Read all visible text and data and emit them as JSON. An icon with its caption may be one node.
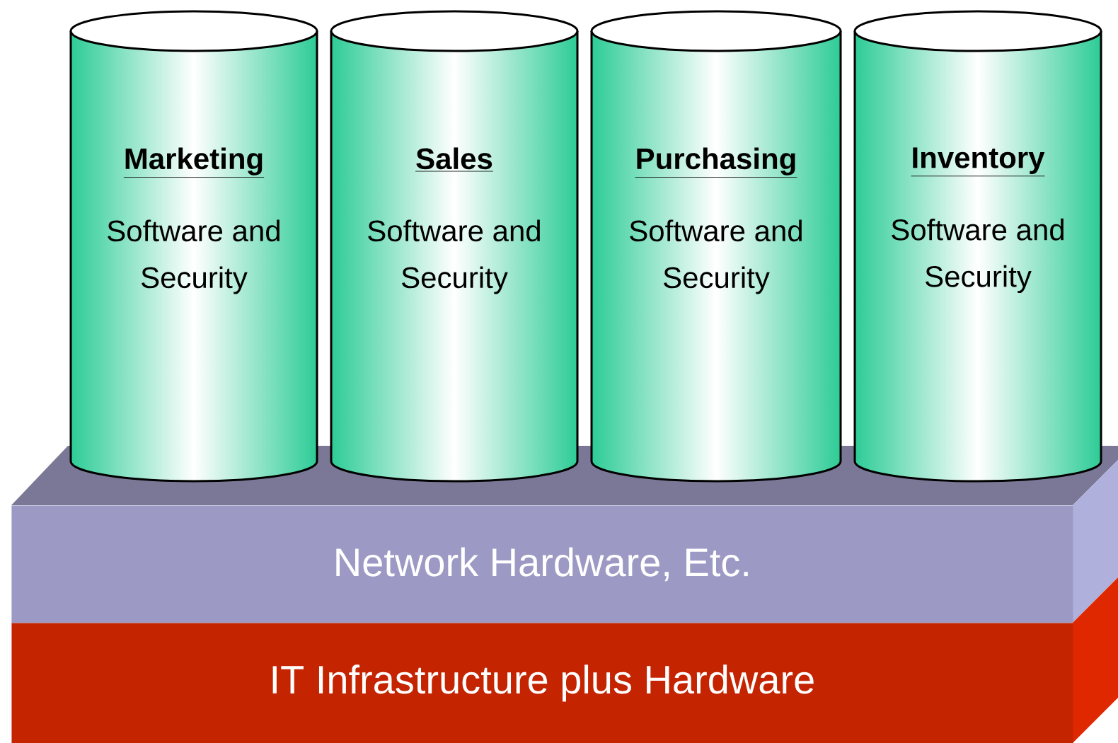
{
  "diagram": {
    "nodes": [
      {
        "text": [
          "Marketing",
          "Software and Security"
        ]
      },
      {
        "text": [
          "Sales",
          "Software and Security"
        ]
      },
      {
        "text": [
          "Purchasing",
          "Software and Security"
        ]
      },
      {
        "text": [
          "Inventory",
          "Software and Security"
        ]
      },
      {
        "text": [
          "Network Hardware, Etc."
        ]
      },
      {
        "text": [
          "IT Infrastructure plus Hardware"
        ]
      }
    ]
  }
}
